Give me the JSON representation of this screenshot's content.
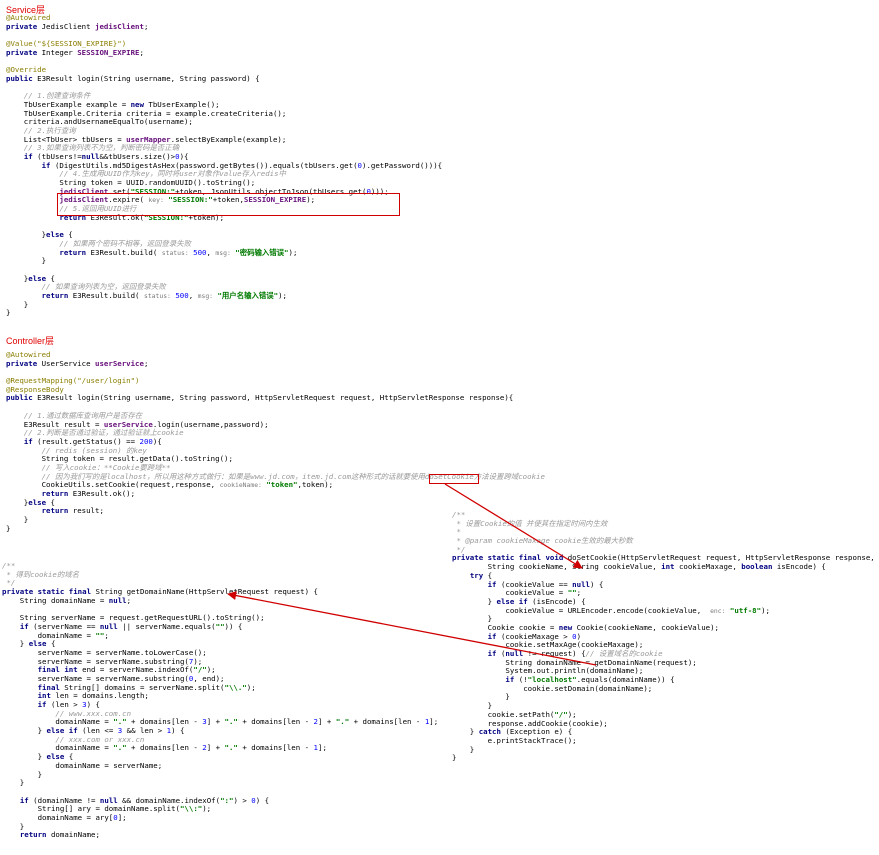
{
  "labels": {
    "service": "Service层",
    "controller": "Controller层"
  },
  "service_lines": [
    "@Autowired",
    "private JedisClient jedisClient;",
    "",
    "@Value(\"${SESSION_EXPIRE}\")",
    "private Integer SESSION_EXPIRE;",
    "",
    "@Override",
    "public E3Result login(String username, String password) {",
    "",
    "    // 1.创建查询条件",
    "    TbUserExample example = new TbUserExample();",
    "    TbUserExample.Criteria criteria = example.createCriteria();",
    "    criteria.andUsernameEqualTo(username);",
    "    // 2.执行查询",
    "    List<TbUser> tbUsers = userMapper.selectByExample(example);",
    "    // 3.如果查询列表不为空，判断密码是否正确",
    "    if (tbUsers!=null&&tbUsers.size()>0){",
    "        if (DigestUtils.md5DigestAsHex(password.getBytes()).equals(tbUsers.get(0).getPassword())){",
    "            // 4.生成用UUID作为key，同时将user对象作value存入redis中",
    "            String token = UUID.randomUUID().toString();",
    "            jedisClient.set(\"SESSION:\"+token, JsonUtils.objectToJson(tbUsers.get(0)));",
    "            jedisClient.expire( key: \"SESSION:\"+token,SESSION_EXPIRE);",
    "            // 5.返回用UUID进行",
    "            return E3Result.ok(\"SESSION:\"+token);",
    "",
    "        }else {",
    "            // 如果两个密码不相等，返回登录失败",
    "            return E3Result.build( status: 500, msg: \"密码输入错误\");",
    "        }",
    "",
    "    }else {",
    "        // 如果查询列表为空，返回登录失败",
    "        return E3Result.build( status: 500, msg: \"用户名输入错误\");",
    "    }",
    "}"
  ],
  "controller_lines": [
    "@Autowired",
    "private UserService userService;",
    "",
    "@RequestMapping(\"/user/login\")",
    "@ResponseBody",
    "public E3Result login(String username, String password, HttpServletRequest request, HttpServletResponse response){",
    "",
    "    // 1.通过数据库查询用户是否存在",
    "    E3Result result = userService.login(username,password);",
    "    // 2.判断是否通过验证，通过验证就上cookie",
    "    if (result.getStatus() == 200){",
    "        // redis (session) 的key",
    "        String token = result.getData().toString();",
    "        // 写入cookie：**Cookie要跨域**",
    "        // 因为我们写的是localhost，所以用这种方式做行：如果是www.jd.com，item.jd.com这种形式的话就要使用doSetCookie方法设置跨域cookie",
    "        CookieUtils.setCookie(request,response, cookieName: \"token\",token);",
    "        return E3Result.ok();",
    "    }else {",
    "        return result;",
    "    }",
    "}"
  ],
  "domain_lines": [
    "/**",
    " * 得到cookie的域名",
    " */",
    "private static final String getDomainName(HttpServletRequest request) {",
    "    String domainName = null;",
    "",
    "    String serverName = request.getRequestURL().toString();",
    "    if (serverName == null || serverName.equals(\"\")) {",
    "        domainName = \"\";",
    "    } else {",
    "        serverName = serverName.toLowerCase();",
    "        serverName = serverName.substring(7);",
    "        final int end = serverName.indexOf(\"/\");",
    "        serverName = serverName.substring(0, end);",
    "        final String[] domains = serverName.split(\"\\\\.\");",
    "        int len = domains.length;",
    "        if (len > 3) {",
    "            // www.xxx.com.cn",
    "            domainName = \".\" + domains[len - 3] + \".\" + domains[len - 2] + \".\" + domains[len - 1];",
    "        } else if (len <= 3 && len > 1) {",
    "            // xxx.com or xxx.cn",
    "            domainName = \".\" + domains[len - 2] + \".\" + domains[len - 1];",
    "        } else {",
    "            domainName = serverName;",
    "        }",
    "    }",
    "",
    "    if (domainName != null && domainName.indexOf(\":\") > 0) {",
    "        String[] ary = domainName.split(\"\\\\:\");",
    "        domainName = ary[0];",
    "    }",
    "    return domainName;"
  ],
  "cookie_lines": [
    "/**",
    " * 设置Cookie的值 并使其在指定时间内生效",
    " *",
    " * @param cookieMaxage cookie生效的最大秒数",
    " */",
    "private static final void doSetCookie(HttpServletRequest request, HttpServletResponse response,",
    "        String cookieName, String cookieValue, int cookieMaxage, boolean isEncode) {",
    "    try {",
    "        if (cookieValue == null) {",
    "            cookieValue = \"\";",
    "        } else if (isEncode) {",
    "            cookieValue = URLEncoder.encode(cookieValue,  enc: \"utf-8\");",
    "        }",
    "        Cookie cookie = new Cookie(cookieName, cookieValue);",
    "        if (cookieMaxage > 0)",
    "            cookie.setMaxAge(cookieMaxage);",
    "        if (null != request) {// 设置域名的cookie",
    "            String domainName = getDomainName(request);",
    "            System.out.println(domainName);",
    "            if (!\"localhost\".equals(domainName)) {",
    "                cookie.setDomain(domainName);",
    "            }",
    "        }",
    "        cookie.setPath(\"/\");",
    "        response.addCookie(cookie);",
    "    } catch (Exception e) {",
    "        e.printStackTrace();",
    "    }",
    "}"
  ],
  "colors": {
    "label_red": "#e00000",
    "annotation": "#8a7d00",
    "keyword": "#000080",
    "comment": "#9a9a9a",
    "string": "#007a00",
    "field": "#660e7a",
    "box_red": "#d00000"
  }
}
